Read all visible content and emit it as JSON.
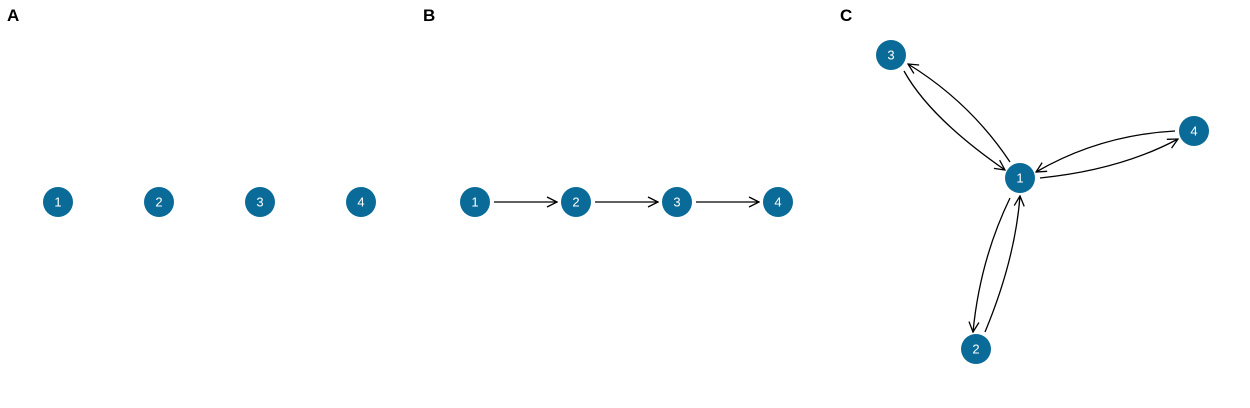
{
  "panels": [
    {
      "label": "A",
      "nodes": [
        {
          "id": "1"
        },
        {
          "id": "2"
        },
        {
          "id": "3"
        },
        {
          "id": "4"
        }
      ],
      "edges": []
    },
    {
      "label": "B",
      "nodes": [
        {
          "id": "1"
        },
        {
          "id": "2"
        },
        {
          "id": "3"
        },
        {
          "id": "4"
        }
      ],
      "edges": [
        {
          "from": "1",
          "to": "2"
        },
        {
          "from": "2",
          "to": "3"
        },
        {
          "from": "3",
          "to": "4"
        }
      ]
    },
    {
      "label": "C",
      "nodes": [
        {
          "id": "1"
        },
        {
          "id": "2"
        },
        {
          "id": "3"
        },
        {
          "id": "4"
        }
      ],
      "edges": [
        {
          "from": "1",
          "to": "3"
        },
        {
          "from": "3",
          "to": "1"
        },
        {
          "from": "1",
          "to": "4"
        },
        {
          "from": "4",
          "to": "1"
        },
        {
          "from": "1",
          "to": "2"
        },
        {
          "from": "2",
          "to": "1"
        }
      ]
    }
  ],
  "colors": {
    "node": "#0a6b99",
    "node_text": "#ffffff",
    "edge": "#000000"
  }
}
